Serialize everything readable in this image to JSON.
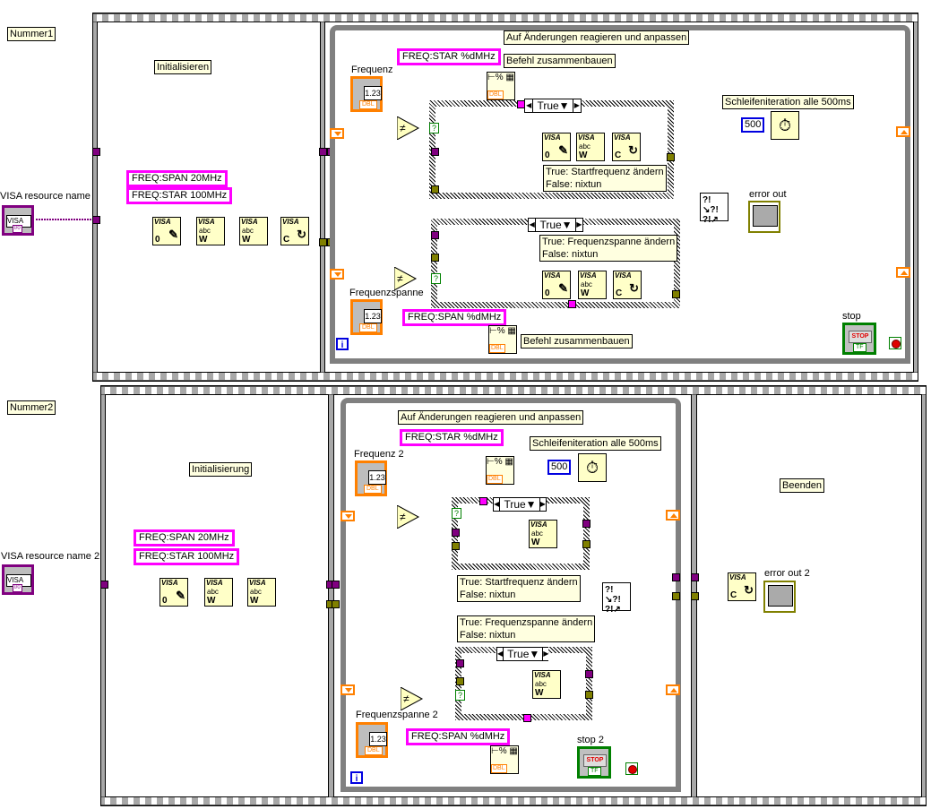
{
  "diagram": {
    "sequence1": {
      "title": "Nummer1",
      "frame1_label": "Initialisieren",
      "visa_control_label": "VISA resource name",
      "visa_control_text": "VISA",
      "visa_control_type": "I/0",
      "init_constants": [
        "FREQ:SPAN 20MHz",
        "FREQ:STAR 100MHz"
      ],
      "loop": {
        "comment": "Auf Änderungen reagieren und anpassen",
        "freq_control_label": "Frequenz",
        "span_control_label": "Frequenzspanne",
        "numeric_display": "1.23",
        "numeric_type": "DBL",
        "freq_format_string": "FREQ:STAR %dMHz",
        "span_format_string": "FREQ:SPAN %dMHz",
        "build_command_note": "Befehl zusammenbauen",
        "wait_note": "Schleifeniteration alle 500ms",
        "wait_ms": "500",
        "case1_selector": "True",
        "case1_note": [
          "True: Startfrequenz ändern",
          "False: nixtun"
        ],
        "case2_selector": "True",
        "case2_note": [
          "True: Frequenzspanne ändern",
          "False: nixtun"
        ],
        "error_out_label": "error out",
        "stop_label": "stop",
        "stop_button_text": "STOP",
        "bool_type": "TF",
        "iteration_terminal": "i"
      }
    },
    "sequence2": {
      "title": "Nummer2",
      "frame1_label": "Initialisierung",
      "visa_control_label": "VISA resource name 2",
      "visa_control_text": "VISA",
      "visa_control_type": "I/0",
      "init_constants": [
        "FREQ:SPAN 20MHz",
        "FREQ:STAR 100MHz"
      ],
      "loop": {
        "comment": "Auf Änderungen reagieren und anpassen",
        "freq_control_label": "Frequenz 2",
        "span_control_label": "Frequenzspanne 2",
        "numeric_display": "1.23",
        "numeric_type": "DBL",
        "freq_format_string": "FREQ:STAR %dMHz",
        "span_format_string": "FREQ:SPAN %dMHz",
        "wait_note": "Schleifeniteration alle 500ms",
        "wait_ms": "500",
        "case1_selector": "True",
        "case1_note": [
          "True: Startfrequenz ändern",
          "False: nixtun"
        ],
        "case2_selector": "True",
        "case2_note": [
          "True: Frequenzspanne ändern",
          "False: nixtun"
        ],
        "stop_label": "stop 2",
        "stop_button_text": "STOP",
        "bool_type": "TF",
        "iteration_terminal": "i"
      },
      "frame3_label": "Beenden",
      "error_out_label": "error out 2"
    },
    "vi_glyphs": {
      "visa_prefix": "VISA",
      "open_letter": "0",
      "write_letter": "W",
      "close_letter": "C",
      "write_text": "abc",
      "format_glyph": "⊢% ▦",
      "merge_errors": "?!↘?! ?!↗",
      "not_equal": "≠"
    },
    "colors": {
      "refnum_wire": "#800080",
      "error_wire": "#808000",
      "string_wire": "#ff00ff",
      "numeric_wire": "#ff8000",
      "boolean_wire": "#008000",
      "int_const": "#0000e0",
      "note_bg": "#ffffe0"
    }
  }
}
